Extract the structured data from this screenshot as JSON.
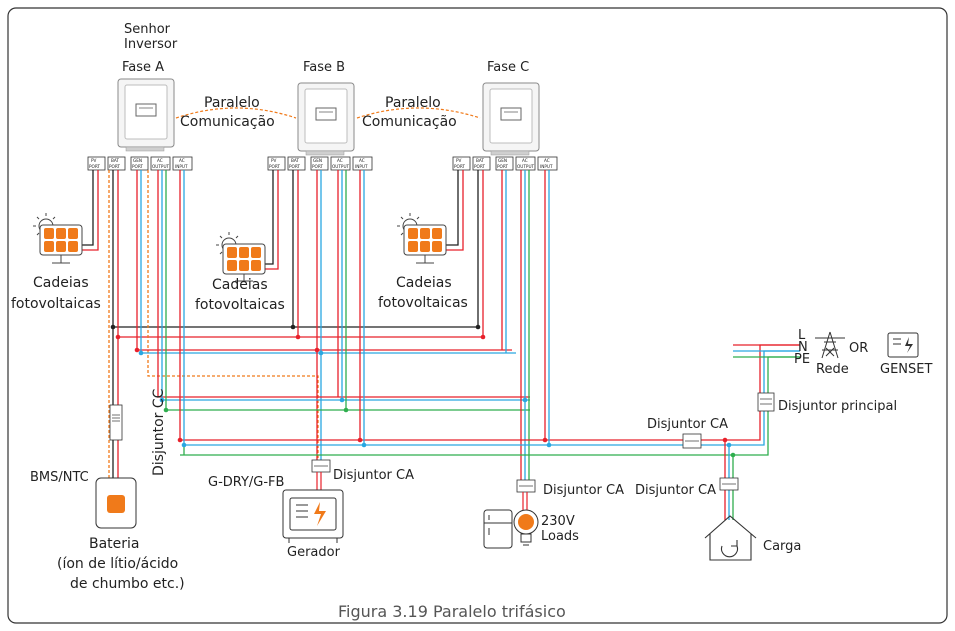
{
  "inverters": [
    {
      "title_lines": [
        "Senhor",
        "Inversor"
      ],
      "phase": "Fase A"
    },
    {
      "title_lines": [],
      "phase": "Fase B"
    },
    {
      "title_lines": [],
      "phase": "Fase C"
    }
  ],
  "links": [
    {
      "line1": "Paralelo",
      "line2": "Comunicação"
    },
    {
      "line1": "Paralelo",
      "line2": "Comunicação"
    }
  ],
  "ports": [
    {
      "line1": "PV",
      "line2": "PORT"
    },
    {
      "line1": "BAT",
      "line2": "PORT"
    },
    {
      "line1": "GEN",
      "line2": "PORT"
    },
    {
      "line1": "AC",
      "line2": "OUTPUT"
    },
    {
      "line1": "AC",
      "line2": "INPUT"
    }
  ],
  "pv_label": {
    "line1": "Cadeias",
    "line2": "fotovoltaicas"
  },
  "battery": {
    "bms": "BMS/NTC",
    "dc_breaker": "Disjuntor CC",
    "title": "Bateria",
    "line2": "(íon de lítio/ácido",
    "line3": "de chumbo etc.)"
  },
  "generator": {
    "signal": "G-DRY/G-FB",
    "breaker": "Disjuntor CA",
    "title": "Gerador"
  },
  "loads": {
    "breaker": "Disjuntor CA",
    "line1": "230V",
    "line2": "Loads"
  },
  "grid": {
    "lines": [
      "L",
      "N",
      "PE"
    ],
    "or": "OR",
    "rede": "Rede",
    "genset": "GENSET",
    "main_breaker": "Disjuntor principal",
    "ca_breaker": "Disjuntor CA"
  },
  "house": {
    "breaker": "Disjuntor CA",
    "label": "Carga"
  },
  "caption": "Figura 3.19 Paralelo trifásico",
  "colors": {
    "red": "#e8212b",
    "black": "#222222",
    "blue": "#2aa7e1",
    "green": "#2fae4e",
    "orange": "#f07a1a",
    "solar": "#f07a1a"
  }
}
